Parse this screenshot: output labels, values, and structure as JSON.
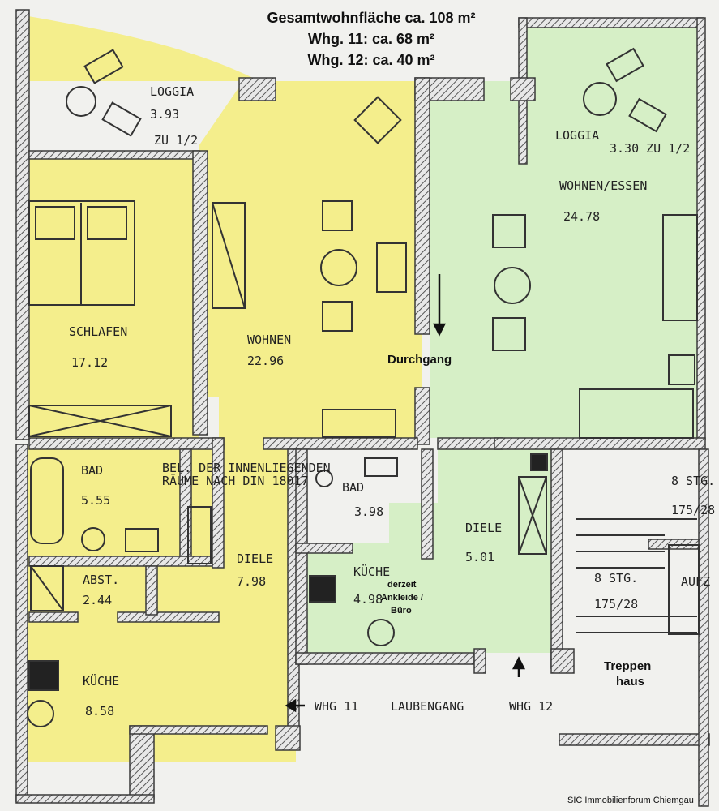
{
  "header": {
    "line1": "Gesamtwohnfläche ca. 108 m²",
    "line2": "Whg. 11: ca. 68 m²",
    "line3": "Whg. 12: ca. 40 m²"
  },
  "rooms": {
    "loggia_left_name": "LOGGIA",
    "loggia_left_area": "3.93",
    "loggia_left_share": "ZU 1/2",
    "loggia_right_name": "LOGGIA",
    "loggia_right_area": "3.30 ZU 1/2",
    "schlafen_name": "SCHLAFEN",
    "schlafen_area": "17.12",
    "wohnen_name": "WOHNEN",
    "wohnen_area": "22.96",
    "wohnen_essen_name": "WOHNEN/ESSEN",
    "wohnen_essen_area": "24.78",
    "bad_left_name": "BAD",
    "bad_left_area": "5.55",
    "note_line1": "BEL. DER INNENLIEGENDEN",
    "note_line2": "RÄUME NACH DIN 18017",
    "abst_name": "ABST.",
    "abst_area": "2.44",
    "diele_left_name": "DIELE",
    "diele_left_area": "7.98",
    "kueche_left_name": "KÜCHE",
    "kueche_left_area": "8.58",
    "bad_mid_name": "BAD",
    "bad_mid_area": "3.98",
    "kueche_mid_name": "KÜCHE",
    "kueche_mid_area": "4.98",
    "kueche_mid_note1": "derzeit",
    "kueche_mid_note2": "Ankleide /",
    "kueche_mid_note3": "Büro",
    "diele_right_name": "DIELE",
    "diele_right_area": "5.01",
    "stair_top_steps": "8 STG.",
    "stair_top_ratio": "175/28",
    "stair_bottom_steps": "8 STG.",
    "stair_bottom_ratio": "175/28",
    "aufzug": "AUFZ",
    "treppenhaus1": "Treppen",
    "treppenhaus2": "haus"
  },
  "labels": {
    "durchgang": "Durchgang",
    "whg11": "WHG 11",
    "laubengang": "LAUBENGANG",
    "whg12": "WHG 12",
    "watermark": "SIC Immobilienforum Chiemgau"
  },
  "colors": {
    "whg11_fill": "#f4ee8c",
    "whg12_fill": "#d6efc6",
    "wall": "#4a4a4a"
  }
}
